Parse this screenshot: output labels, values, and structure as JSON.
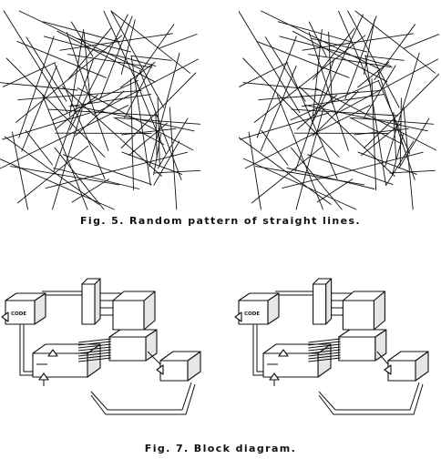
{
  "figure5": {
    "caption": "Fig.  5.  Random pattern of straight lines."
  },
  "figure7": {
    "caption": "Fig.  7.  Block diagram.",
    "block_label": "CODE"
  }
}
